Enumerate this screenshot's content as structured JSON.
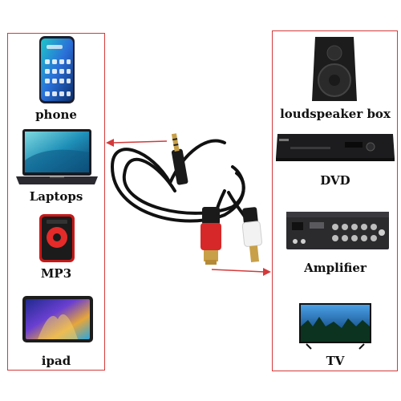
{
  "left_devices": [
    {
      "label": "phone",
      "icon": "smartphone-icon"
    },
    {
      "label": "Laptops",
      "icon": "laptop-icon"
    },
    {
      "label": "MP3",
      "icon": "mp3-player-icon"
    },
    {
      "label": "ipad",
      "icon": "tablet-icon"
    }
  ],
  "right_devices": [
    {
      "label": "loudspeaker box",
      "icon": "speaker-icon"
    },
    {
      "label": "DVD",
      "icon": "dvd-player-icon"
    },
    {
      "label": "Amplifier",
      "icon": "amplifier-icon"
    },
    {
      "label": "TV",
      "icon": "tv-icon"
    }
  ],
  "colors": {
    "border": "#d33a3a",
    "arrow": "#d33a3a",
    "cable": "#111111",
    "rca_red": "#d62828",
    "rca_white": "#f2f2f2",
    "gold": "#c8a048"
  }
}
